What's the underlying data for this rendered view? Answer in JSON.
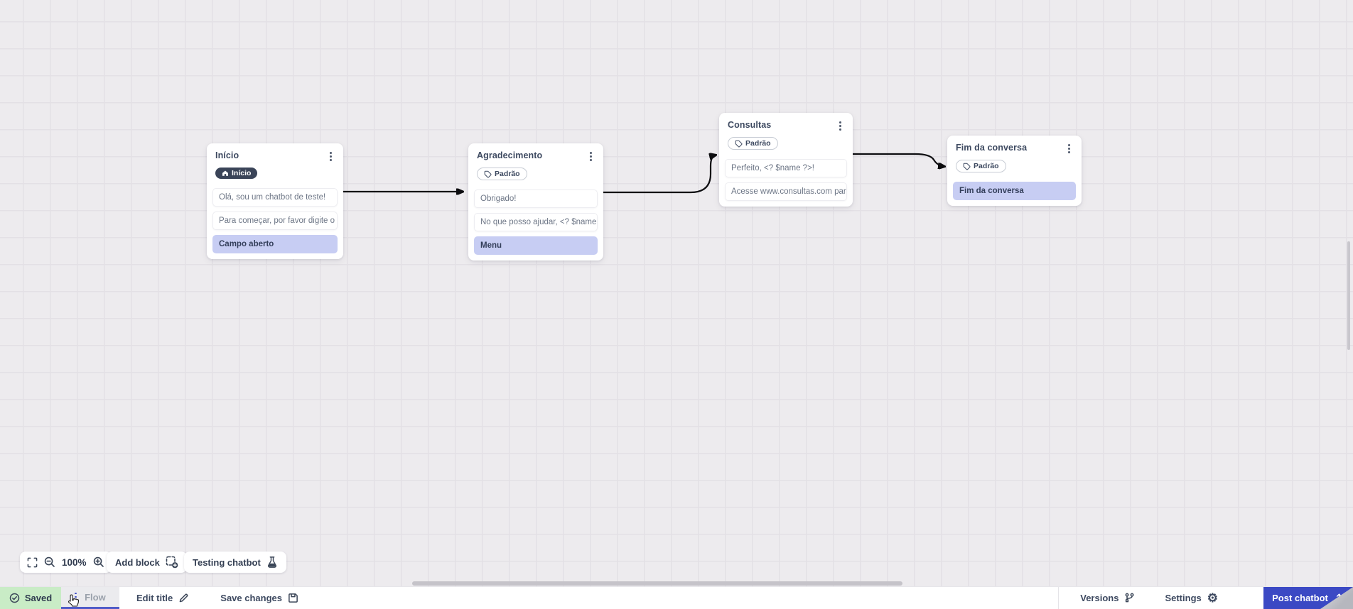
{
  "canvas": {
    "nodes": [
      {
        "title": "Início",
        "badge": "Início",
        "badge_type": "home",
        "rows": [
          {
            "text": "Olá, sou um chatbot de teste!",
            "type": "message"
          },
          {
            "text": "Para começar, por favor digite o ...",
            "type": "message"
          },
          {
            "text": "Campo aberto",
            "type": "input"
          }
        ]
      },
      {
        "title": "Agradecimento",
        "badge": "Padrão",
        "badge_type": "tag",
        "rows": [
          {
            "text": "Obrigado!",
            "type": "message"
          },
          {
            "text": "No que posso ajudar, <? $name ...",
            "type": "message"
          },
          {
            "text": "Menu",
            "type": "input"
          }
        ]
      },
      {
        "title": "Consultas",
        "badge": "Padrão",
        "badge_type": "tag",
        "rows": [
          {
            "text": "Perfeito, <? $name ?>!",
            "type": "message"
          },
          {
            "text": "Acesse www.consultas.com par...",
            "type": "message"
          }
        ]
      },
      {
        "title": "Fim da conversa",
        "badge": "Padrão",
        "badge_type": "tag",
        "rows": [
          {
            "text": "Fim da conversa",
            "type": "input"
          }
        ]
      }
    ]
  },
  "toolbar": {
    "zoom_level": "100%",
    "add_block_label": "Add block",
    "testing_label": "Testing chatbot"
  },
  "bottom_bar": {
    "saved_label": "Saved",
    "flow_tab_label": "Flow",
    "edit_title_label": "Edit title",
    "save_changes_label": "Save changes",
    "versions_label": "Versions",
    "settings_label": "Settings",
    "post_chatbot_label": "Post chatbot"
  },
  "colors": {
    "canvas_bg": "#edebee",
    "grid_line": "#e3e0e5",
    "saved_bg": "#c9ecc6",
    "action_row_bg": "#c7cdf3",
    "dark_badge_bg": "#3a4458",
    "post_button_bg": "#3b49c4",
    "flow_tab_underline": "#4f5bc8",
    "arrow": "#0d0d10"
  }
}
